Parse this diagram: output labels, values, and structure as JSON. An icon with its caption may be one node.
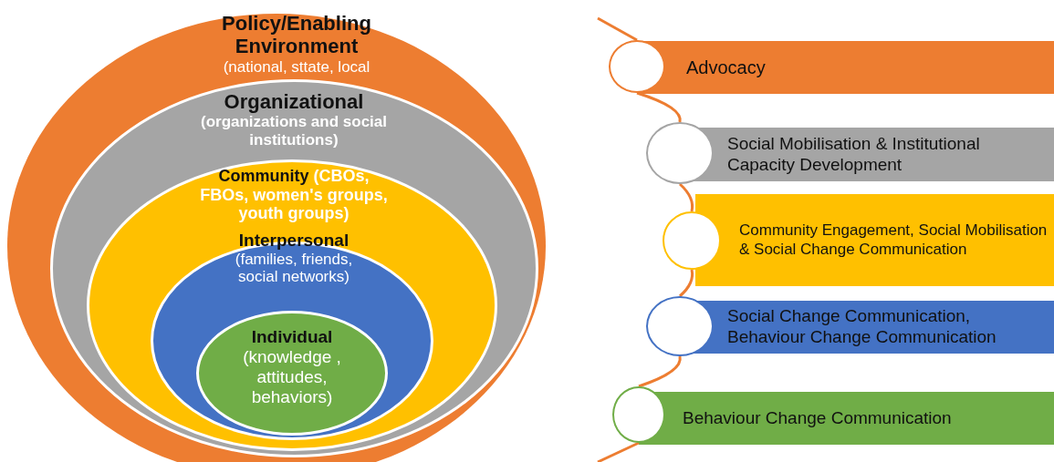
{
  "diagram": {
    "nodes": [
      {
        "text": [
          "Policy/Enabling Environment",
          "(national, sttate, local"
        ]
      },
      {
        "text": [
          "Organizational",
          "(organizations and social institutions)"
        ],
        "in": 0
      },
      {
        "text": [
          "Community",
          "(CBOs, FBOs, women's groups, youth groups)"
        ],
        "in": 1
      },
      {
        "text": [
          "Interpersonal",
          "(families, friends, social networks)"
        ],
        "in": 2
      },
      {
        "text": [
          "Individual",
          "(knowledge , attitudes, behaviors)"
        ],
        "in": 3
      },
      {
        "text": [],
        "shape": "circle"
      },
      {
        "text": [
          "Advocacy"
        ]
      },
      {
        "text": [],
        "shape": "circle"
      },
      {
        "text": [
          "Social Mobilisation & Institutional Capacity Development"
        ]
      },
      {
        "text": [],
        "shape": "circle"
      },
      {
        "text": [
          "Community Engagement, Social Mobilisation & Social Change Communication"
        ]
      },
      {
        "text": [],
        "shape": "circle"
      },
      {
        "text": [
          "Social Change Communication, Behaviour Change Communication"
        ]
      },
      {
        "text": [],
        "shape": "circle"
      },
      {
        "text": [
          "Behaviour Change Communication"
        ]
      }
    ],
    "edges": [
      {
        "from": null,
        "to": 5,
        "arrow": "none"
      },
      {
        "from": 5,
        "to": 7,
        "arrow": "none"
      },
      {
        "from": 7,
        "to": 9,
        "arrow": "none"
      },
      {
        "from": 9,
        "to": 11,
        "arrow": "none"
      },
      {
        "from": 11,
        "to": 13,
        "arrow": "none"
      },
      {
        "from": 13,
        "to": null,
        "arrow": "none"
      }
    ]
  }
}
